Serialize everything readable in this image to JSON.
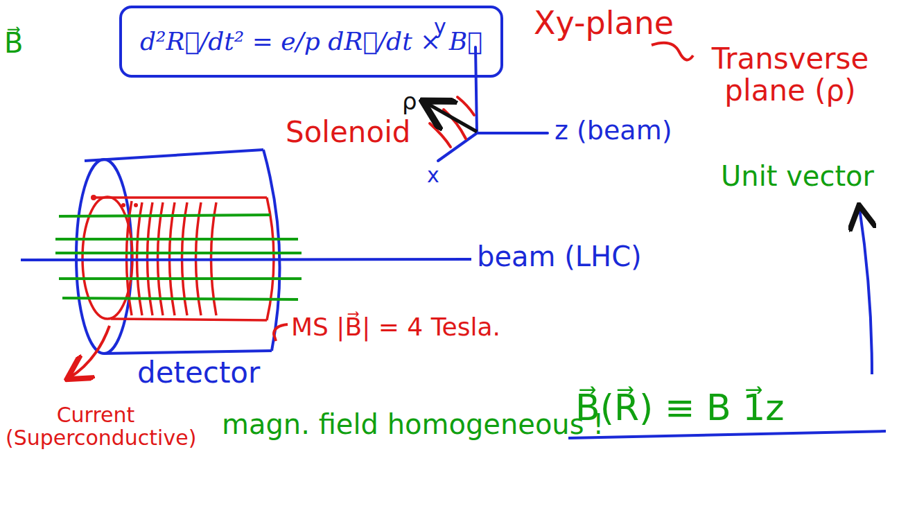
{
  "diagram": {
    "nodes": [
      {
        "text": [
          "d²R⃗/dt² = e/p dR⃗/dt × B⃗"
        ]
      }
    ],
    "labels": [
      "y",
      "ρ",
      "z (beam)",
      "x",
      "Xy-plane",
      "Transverse plane (ρ)",
      "B⃗",
      "Solenoid",
      "beam (LHC)",
      "MS |B⃗| = 4 Tesla.",
      "detector",
      "Current (Superconductive)",
      "magn. field homogeneous !",
      "B⃗(R⃗) ≡ B 1⃗z",
      "Unit vector"
    ]
  }
}
